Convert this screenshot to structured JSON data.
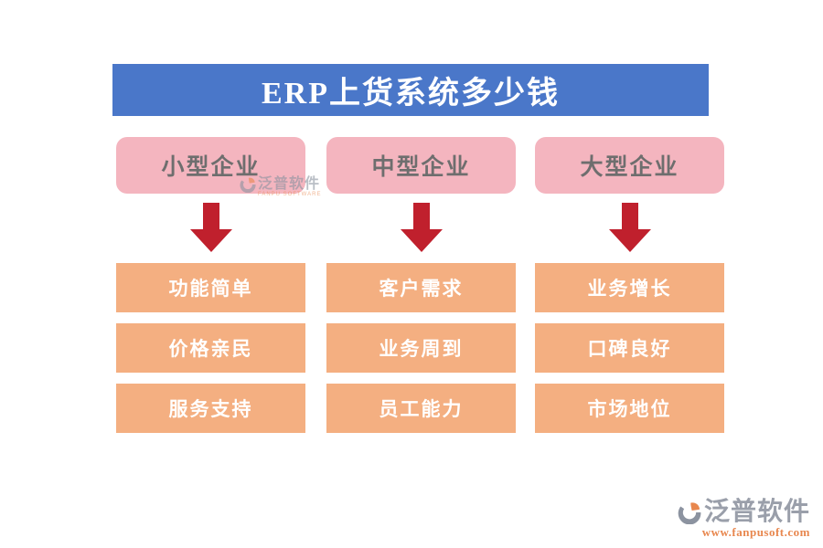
{
  "title_banner": {
    "text": "ERP上货系统多少钱"
  },
  "columns": [
    {
      "category": "小型企业",
      "items": [
        "功能简单",
        "价格亲民",
        "服务支持"
      ]
    },
    {
      "category": "中型企业",
      "items": [
        "客户需求",
        "业务周到",
        "员工能力"
      ]
    },
    {
      "category": "大型企业",
      "items": [
        "业务增长",
        "口碑良好",
        "市场地位"
      ]
    }
  ],
  "watermark": {
    "brand": "泛普软件",
    "subtext": "FANPU SOFTWARE"
  },
  "footer": {
    "brand": "泛普软件",
    "url": "www.fanpusoft.com"
  },
  "colors": {
    "banner_bg": "#4A77C9",
    "banner_text": "#FFFFFF",
    "category_bg": "#F4B5BF",
    "category_text": "#6E6E6E",
    "feature_bg": "#F4AF81",
    "feature_text": "#FFFFFF",
    "arrow_red": "#C0202D",
    "brand_gray": "#9A9FAA",
    "brand_orange": "#E8874E"
  }
}
